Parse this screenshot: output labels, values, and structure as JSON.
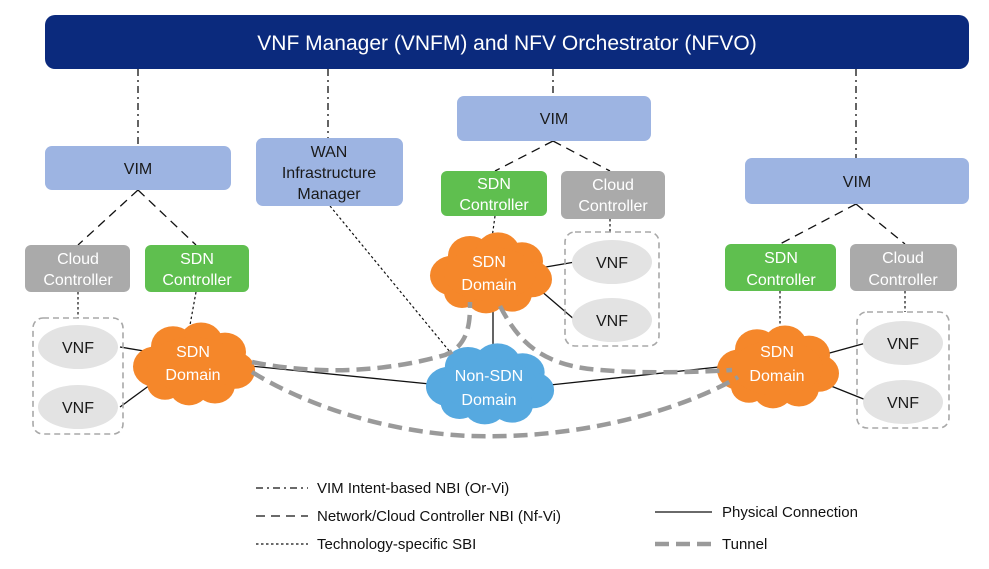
{
  "header": {
    "title": "VNF Manager (VNFM) and NFV Orchestrator (NFVO)"
  },
  "vims": [
    {
      "label": "VIM"
    },
    {
      "label": "VIM"
    },
    {
      "label": "VIM"
    }
  ],
  "wan_manager": {
    "lines": [
      "WAN",
      "Infrastructure",
      "Manager"
    ]
  },
  "controllers": {
    "left_cloud": {
      "lines": [
        "Cloud",
        "Controller"
      ]
    },
    "left_sdn": {
      "lines": [
        "SDN",
        "Controller"
      ]
    },
    "mid_sdn": {
      "lines": [
        "SDN",
        "Controller"
      ]
    },
    "mid_cloud": {
      "lines": [
        "Cloud",
        "Controller"
      ]
    },
    "right_sdn": {
      "lines": [
        "SDN",
        "Controller"
      ]
    },
    "right_cloud": {
      "lines": [
        "Cloud",
        "Controller"
      ]
    }
  },
  "domains": {
    "left_sdn": {
      "lines": [
        "SDN",
        "Domain"
      ]
    },
    "mid_sdn": {
      "lines": [
        "SDN",
        "Domain"
      ]
    },
    "right_sdn": {
      "lines": [
        "SDN",
        "Domain"
      ]
    },
    "non_sdn": {
      "lines": [
        "Non-SDN",
        "Domain"
      ]
    }
  },
  "vnfs": {
    "left_top": "VNF",
    "left_bottom": "VNF",
    "mid_top": "VNF",
    "mid_bottom": "VNF",
    "right_top": "VNF",
    "right_bottom": "VNF"
  },
  "legend": {
    "dashdot": "VIM Intent-based NBI (Or-Vi)",
    "dash": "Network/Cloud Controller NBI (Nf-Vi)",
    "dotted": "Technology-specific SBI",
    "solid": "Physical Connection",
    "tunnel": "Tunnel"
  },
  "colors": {
    "header": "#0b2a7d",
    "vim": "#9db4e2",
    "sdn_controller": "#5fbf4f",
    "cloud_controller": "#aaaaaa",
    "sdn_domain": "#f5872a",
    "non_sdn_domain": "#56a9e0",
    "vnf": "#e3e3e3",
    "tunnel": "#9a9a9a"
  }
}
